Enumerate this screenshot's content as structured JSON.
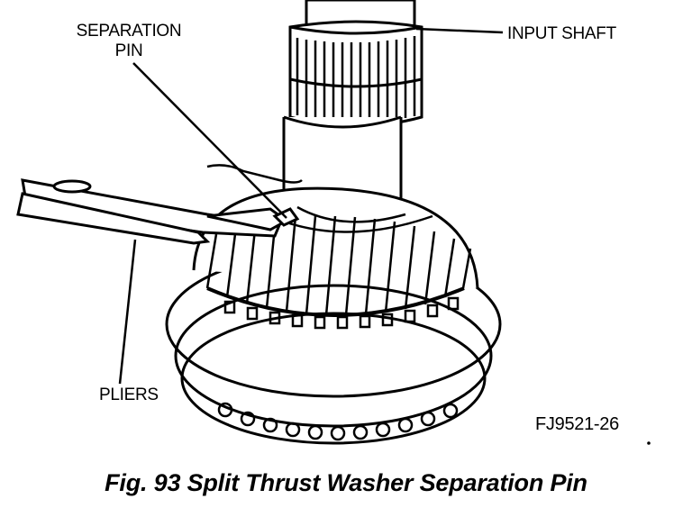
{
  "labels": {
    "separation_pin_line1": "SEPARATION",
    "separation_pin_line2": "PIN",
    "input_shaft": "INPUT SHAFT",
    "pliers": "PLIERS",
    "figure_code": "FJ9521-26"
  },
  "caption": "Fig. 93 Split Thrust Washer Separation Pin",
  "colors": {
    "ink": "#000000",
    "paper": "#ffffff"
  }
}
